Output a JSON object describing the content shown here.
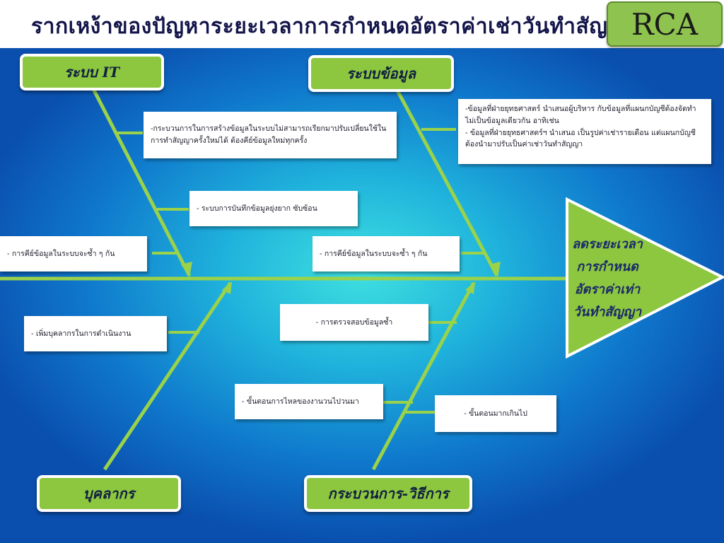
{
  "title": "รากเหง้าของปัญหาระยะเวลาการกำหนดอัตราค่าเช่าวันทำสัญญา",
  "badge": "RCA",
  "categories": {
    "it": "ระบบ IT",
    "data": "ระบบข้อมูล",
    "people": "บุคลากร",
    "process": "กระบวนการ-วิธีการ"
  },
  "effect": {
    "line1": "ลดระยะเวลา",
    "line2": "การกำหนด",
    "line3": "อัตราค่าเท่า",
    "line4": "วันทำสัญญา"
  },
  "causes": {
    "it_1": "-กระบวนการในการสร้างข้อมูลในระบบไม่สามารถเรียกมาปรับเปลี่ยนใช้ในการทำสัญญาครั้งใหม่ได้ ต้องคีย์ข้อมูลใหม่ทุกครั้ง",
    "it_2": "-  ระบบการบันทึกข้อมูลยุ่งยาก ซับซ้อน",
    "it_3": "-  การคีย์ข้อมูลในระบบจะซ้ำ ๆ กัน",
    "data_1a": "-ข้อมูลที่ฝ่ายยุทธศาสตร์ นำเสนอผู้บริหาร กับข้อมูลที่แผนกบัญชีต้องจัดทำไม่เป็นข้อมูลเดียวกัน อาทิเช่น",
    "data_1b": "   -  ข้อมูลที่ฝ่ายยุทธศาสตร์ฯ นำเสนอ เป็นรูปค่าเช่ารายเดือน แต่แผนกบัญชีต้องนำมาปรับเป็นค่าเช่าวันทำสัญญา",
    "data_2": "-  การคีย์ข้อมูลในระบบจะซ้ำ ๆ กัน",
    "people_1": "-  เพิ่มบุคลากรในการดำเนินงาน",
    "process_1": "- การตรวจสอบข้อมูลซ้ำ",
    "process_2": "- ขั้นตอนการไหลของงานวนไปวนมา",
    "process_3": "- ขั้นตอนมากเกินไป"
  },
  "colors": {
    "bone": "#9ad24a",
    "category_fill": "#8dc63f",
    "head_fill": "#8dc63f"
  }
}
